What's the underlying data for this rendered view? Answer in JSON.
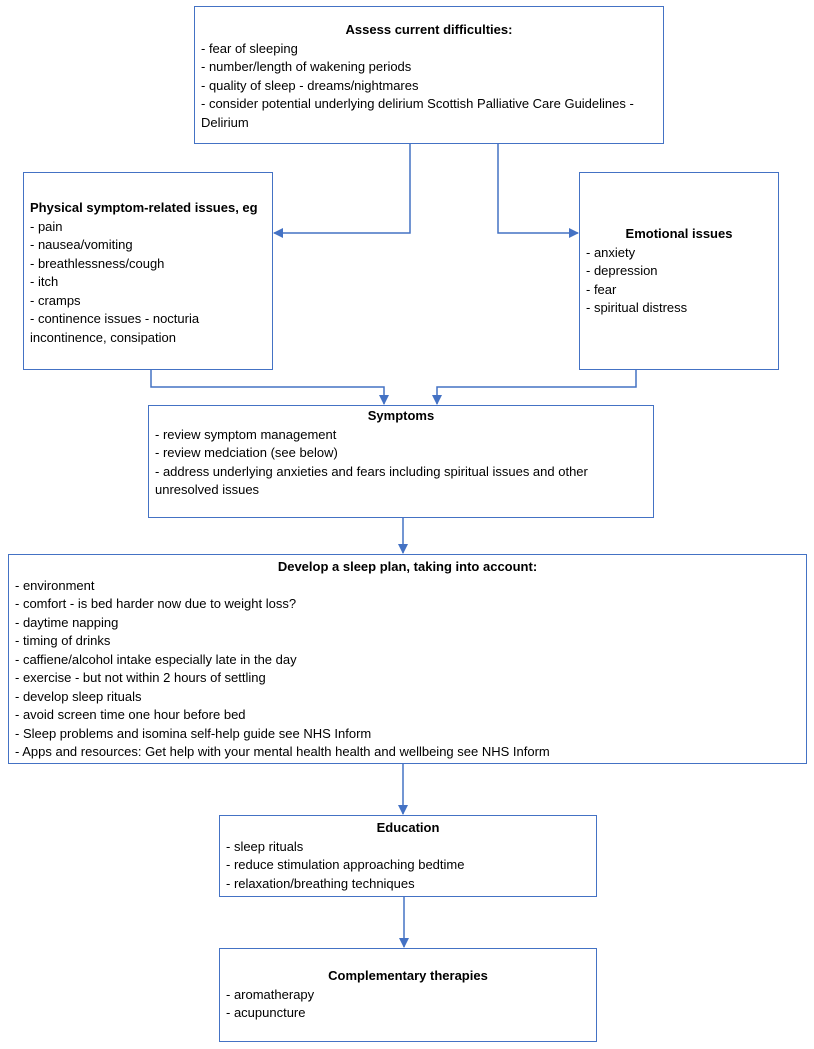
{
  "boxes": {
    "assess": {
      "title": "Assess current difficulties:",
      "items": [
        "- fear of sleeping",
        "- number/length of wakening periods",
        "- quality of sleep - dreams/nightmares",
        "- consider potential underlying delirium Scottish Palliative Care Guidelines - Delirium"
      ]
    },
    "physical": {
      "title": "Physical symptom-related issues, eg",
      "items": [
        "- pain",
        "- nausea/vomiting",
        "- breathlessness/cough",
        "- itch",
        "- cramps",
        "- continence issues - nocturia incontinence, consipation"
      ]
    },
    "emotional": {
      "title": "Emotional issues",
      "items": [
        "- anxiety",
        "- depression",
        "- fear",
        "- spiritual distress"
      ]
    },
    "symptoms": {
      "title": "Symptoms",
      "items": [
        "- review symptom management",
        "- review medciation (see below)",
        "- address underlying anxieties and fears including spiritual issues and other unresolved issues"
      ]
    },
    "sleep_plan": {
      "title": "Develop a sleep plan, taking into account:",
      "items": [
        "- environment",
        "- comfort - is bed harder now due to weight loss?",
        "- daytime napping",
        "- timing of drinks",
        "- caffiene/alcohol intake especially late in the day",
        "- exercise - but not within 2 hours of settling",
        "- develop sleep rituals",
        "- avoid screen time one hour before bed",
        "- Sleep problems and isomina self-help guide see NHS Inform",
        "- Apps and resources: Get help with your mental health health and wellbeing see NHS Inform"
      ]
    },
    "education": {
      "title": "Education",
      "items": [
        "- sleep rituals",
        "- reduce stimulation approaching bedtime",
        "- relaxation/breathing techniques"
      ]
    },
    "complementary": {
      "title": "Complementary therapies",
      "items": [
        "- aromatherapy",
        "- acupuncture"
      ]
    }
  },
  "colors": {
    "border": "#4472c4",
    "connector": "#4472c4",
    "text": "#000000",
    "background": "#ffffff"
  }
}
